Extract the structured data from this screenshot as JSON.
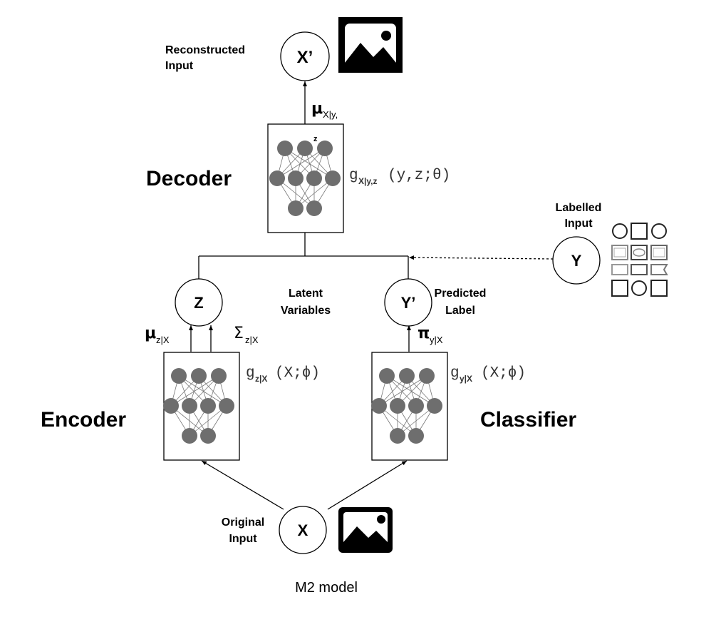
{
  "nodes": {
    "x_prime": "X’",
    "z": "Z",
    "y_prime": "Y’",
    "y": "Y",
    "x": "X"
  },
  "labels": {
    "reconstructed_line1": "Reconstructed",
    "reconstructed_line2": "Input",
    "labelled_line1": "Labelled",
    "labelled_line2": "Input",
    "latent_line1": "Latent",
    "latent_line2": "Variables",
    "predicted_line1": "Predicted",
    "predicted_line2": "Label",
    "original_line1": "Original",
    "original_line2": "Input"
  },
  "blocks": {
    "decoder": "Decoder",
    "encoder": "Encoder",
    "classifier": "Classifier"
  },
  "math": {
    "mu_symbol": "μ",
    "mu_decoder_sub": "X|y,",
    "z_label": "z",
    "g_symbol": "g",
    "g_decoder_sub": "X|y,z",
    "g_decoder_args": "(y,z;θ)",
    "mu_encoder_sub": "z|X",
    "sigma_symbol": "Σ",
    "sigma_sub": "z|X",
    "g_encoder_sub": "z|X",
    "g_encoder_args": "(X;ϕ)",
    "pi_symbol": "π",
    "pi_sub": "y|X",
    "g_classifier_sub": "y|X",
    "g_classifier_args": "(X;ϕ)"
  },
  "caption": "M2 model",
  "colors": {
    "neuron": "#6e6e6e",
    "line": "#000000"
  }
}
